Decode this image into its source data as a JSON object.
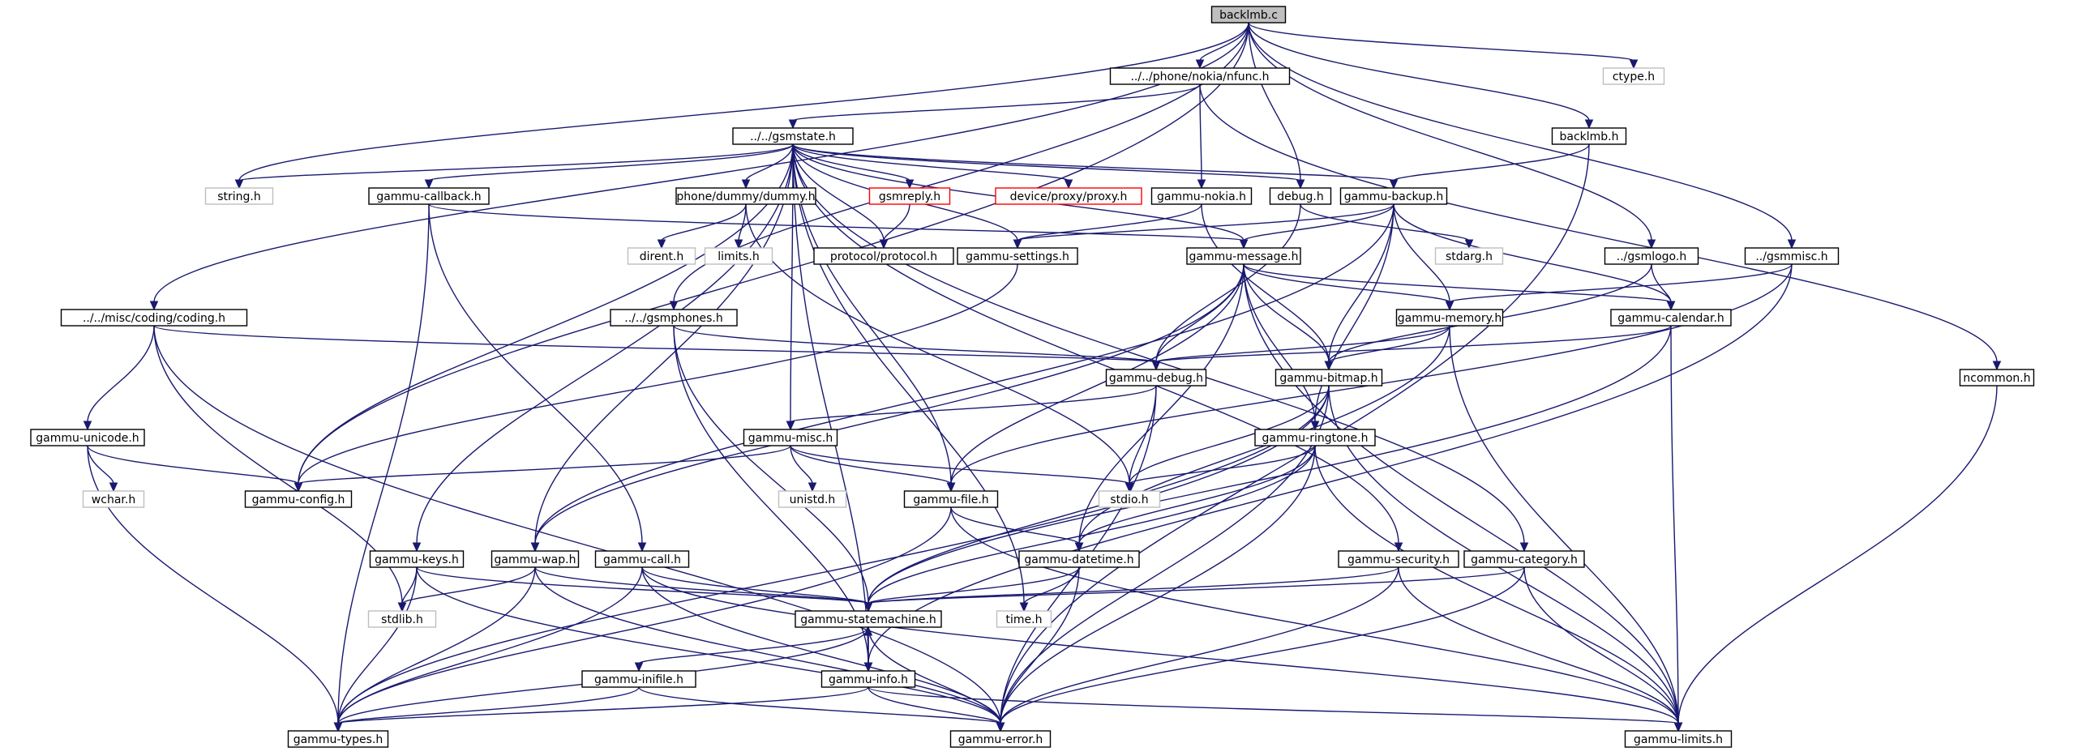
{
  "graph": {
    "kind": "include-dependency-graph",
    "colors": {
      "edge": "#191970",
      "root_fill": "#bfbfbf",
      "node_border": "#000000",
      "external_border": "#bfbfbf",
      "missing_border": "#ff0000"
    },
    "nodes": [
      {
        "id": "backlmb_c",
        "label": "backlmb.c",
        "style": "root"
      },
      {
        "id": "nfunc_h",
        "label": "../../phone/nokia/nfunc.h",
        "style": "normal"
      },
      {
        "id": "ctype_h",
        "label": "ctype.h",
        "style": "external"
      },
      {
        "id": "gsmstate_h",
        "label": "../../gsmstate.h",
        "style": "normal"
      },
      {
        "id": "backlmb_h",
        "label": "backlmb.h",
        "style": "normal"
      },
      {
        "id": "string_h",
        "label": "string.h",
        "style": "external"
      },
      {
        "id": "gammu_callback_h",
        "label": "gammu-callback.h",
        "style": "normal"
      },
      {
        "id": "dummy_h",
        "label": "phone/dummy/dummy.h",
        "style": "normal"
      },
      {
        "id": "gsmreply_h",
        "label": "gsmreply.h",
        "style": "missing"
      },
      {
        "id": "proxy_h",
        "label": "device/proxy/proxy.h",
        "style": "missing"
      },
      {
        "id": "gammu_nokia_h",
        "label": "gammu-nokia.h",
        "style": "normal"
      },
      {
        "id": "debug_h",
        "label": "debug.h",
        "style": "normal"
      },
      {
        "id": "gammu_backup_h",
        "label": "gammu-backup.h",
        "style": "normal"
      },
      {
        "id": "dirent_h",
        "label": "dirent.h",
        "style": "external"
      },
      {
        "id": "limits_h",
        "label": "limits.h",
        "style": "external"
      },
      {
        "id": "protocol_h",
        "label": "protocol/protocol.h",
        "style": "normal"
      },
      {
        "id": "gammu_settings_h",
        "label": "gammu-settings.h",
        "style": "normal"
      },
      {
        "id": "gammu_message_h",
        "label": "gammu-message.h",
        "style": "normal"
      },
      {
        "id": "stdarg_h",
        "label": "stdarg.h",
        "style": "external"
      },
      {
        "id": "gsmlogo_h",
        "label": "../gsmlogo.h",
        "style": "normal"
      },
      {
        "id": "gsmmisc_h",
        "label": "../gsmmisc.h",
        "style": "normal"
      },
      {
        "id": "coding_h",
        "label": "../../misc/coding/coding.h",
        "style": "normal"
      },
      {
        "id": "gsmphones_h",
        "label": "../../gsmphones.h",
        "style": "normal"
      },
      {
        "id": "gammu_memory_h",
        "label": "gammu-memory.h",
        "style": "normal"
      },
      {
        "id": "gammu_calendar_h",
        "label": "gammu-calendar.h",
        "style": "normal"
      },
      {
        "id": "gammu_debug_h",
        "label": "gammu-debug.h",
        "style": "normal"
      },
      {
        "id": "gammu_bitmap_h",
        "label": "gammu-bitmap.h",
        "style": "normal"
      },
      {
        "id": "ncommon_h",
        "label": "ncommon.h",
        "style": "normal"
      },
      {
        "id": "gammu_unicode_h",
        "label": "gammu-unicode.h",
        "style": "normal"
      },
      {
        "id": "gammu_misc_h",
        "label": "gammu-misc.h",
        "style": "normal"
      },
      {
        "id": "gammu_ringtone_h",
        "label": "gammu-ringtone.h",
        "style": "normal"
      },
      {
        "id": "wchar_h",
        "label": "wchar.h",
        "style": "external"
      },
      {
        "id": "gammu_config_h",
        "label": "gammu-config.h",
        "style": "normal"
      },
      {
        "id": "unistd_h",
        "label": "unistd.h",
        "style": "external"
      },
      {
        "id": "stdio_h",
        "label": "stdio.h",
        "style": "external"
      },
      {
        "id": "gammu_file_h",
        "label": "gammu-file.h",
        "style": "normal"
      },
      {
        "id": "gammu_keys_h",
        "label": "gammu-keys.h",
        "style": "normal"
      },
      {
        "id": "gammu_wap_h",
        "label": "gammu-wap.h",
        "style": "normal"
      },
      {
        "id": "gammu_call_h",
        "label": "gammu-call.h",
        "style": "normal"
      },
      {
        "id": "gammu_datetime_h",
        "label": "gammu-datetime.h",
        "style": "normal"
      },
      {
        "id": "gammu_security_h",
        "label": "gammu-security.h",
        "style": "normal"
      },
      {
        "id": "gammu_category_h",
        "label": "gammu-category.h",
        "style": "normal"
      },
      {
        "id": "stdlib_h",
        "label": "stdlib.h",
        "style": "external"
      },
      {
        "id": "time_h",
        "label": "time.h",
        "style": "external"
      },
      {
        "id": "gammu_statemachine_h",
        "label": "gammu-statemachine.h",
        "style": "normal"
      },
      {
        "id": "gammu_inifile_h",
        "label": "gammu-inifile.h",
        "style": "normal"
      },
      {
        "id": "gammu_info_h",
        "label": "gammu-info.h",
        "style": "normal"
      },
      {
        "id": "gammu_types_h",
        "label": "gammu-types.h",
        "style": "normal"
      },
      {
        "id": "gammu_error_h",
        "label": "gammu-error.h",
        "style": "normal"
      },
      {
        "id": "gammu_limits_h",
        "label": "gammu-limits.h",
        "style": "normal"
      }
    ],
    "edges": [
      [
        "backlmb_c",
        "nfunc_h"
      ],
      [
        "backlmb_c",
        "ctype_h"
      ],
      [
        "backlmb_c",
        "backlmb_h"
      ],
      [
        "backlmb_c",
        "string_h"
      ],
      [
        "backlmb_c",
        "debug_h"
      ],
      [
        "backlmb_c",
        "gsmlogo_h"
      ],
      [
        "backlmb_c",
        "gsmmisc_h"
      ],
      [
        "backlmb_c",
        "coding_h"
      ],
      [
        "backlmb_c",
        "gsmphones_h"
      ],
      [
        "backlmb_c",
        "gammu_config_h"
      ],
      [
        "nfunc_h",
        "gsmstate_h"
      ],
      [
        "nfunc_h",
        "gammu_nokia_h"
      ],
      [
        "nfunc_h",
        "ncommon_h"
      ],
      [
        "backlmb_h",
        "gammu_backup_h"
      ],
      [
        "backlmb_h",
        "gammu_error_h"
      ],
      [
        "gsmstate_h",
        "string_h"
      ],
      [
        "gsmstate_h",
        "gammu_callback_h"
      ],
      [
        "gsmstate_h",
        "dummy_h"
      ],
      [
        "gsmstate_h",
        "gsmreply_h"
      ],
      [
        "gsmstate_h",
        "proxy_h"
      ],
      [
        "gsmstate_h",
        "debug_h"
      ],
      [
        "gsmstate_h",
        "gammu_backup_h"
      ],
      [
        "gsmstate_h",
        "protocol_h"
      ],
      [
        "gsmstate_h",
        "gammu_settings_h"
      ],
      [
        "gsmstate_h",
        "gammu_config_h"
      ],
      [
        "gsmstate_h",
        "gammu_keys_h"
      ],
      [
        "gsmstate_h",
        "gammu_misc_h"
      ],
      [
        "gsmstate_h",
        "gammu_file_h"
      ],
      [
        "gsmstate_h",
        "gammu_wap_h"
      ],
      [
        "gsmstate_h",
        "gammu_info_h"
      ],
      [
        "gsmstate_h",
        "time_h"
      ],
      [
        "gsmstate_h",
        "gammu_message_h"
      ],
      [
        "gsmstate_h",
        "gammu_security_h"
      ],
      [
        "gsmstate_h",
        "gammu_category_h"
      ],
      [
        "gammu_callback_h",
        "gammu_message_h"
      ],
      [
        "gammu_callback_h",
        "gammu_types_h"
      ],
      [
        "gammu_callback_h",
        "gammu_call_h"
      ],
      [
        "dummy_h",
        "dirent_h"
      ],
      [
        "dummy_h",
        "limits_h"
      ],
      [
        "dummy_h",
        "stdio_h"
      ],
      [
        "gsmreply_h",
        "protocol_h"
      ],
      [
        "gammu_nokia_h",
        "gammu_settings_h"
      ],
      [
        "gammu_nokia_h",
        "gammu_bitmap_h"
      ],
      [
        "debug_h",
        "stdarg_h"
      ],
      [
        "debug_h",
        "gammu_debug_h"
      ],
      [
        "gammu_backup_h",
        "gammu_settings_h"
      ],
      [
        "gammu_backup_h",
        "gammu_message_h"
      ],
      [
        "gammu_backup_h",
        "gammu_memory_h"
      ],
      [
        "gammu_backup_h",
        "gammu_calendar_h"
      ],
      [
        "gammu_backup_h",
        "gammu_bitmap_h"
      ],
      [
        "gammu_backup_h",
        "gammu_ringtone_h"
      ],
      [
        "gammu_backup_h",
        "gammu_wap_h"
      ],
      [
        "gammu_settings_h",
        "gammu_config_h"
      ],
      [
        "gammu_message_h",
        "gammu_memory_h"
      ],
      [
        "gammu_message_h",
        "gammu_calendar_h"
      ],
      [
        "gammu_message_h",
        "gammu_debug_h"
      ],
      [
        "gammu_message_h",
        "gammu_bitmap_h"
      ],
      [
        "gammu_message_h",
        "gammu_ringtone_h"
      ],
      [
        "gammu_message_h",
        "gammu_file_h"
      ],
      [
        "gammu_message_h",
        "gammu_datetime_h"
      ],
      [
        "gammu_message_h",
        "gammu_wap_h"
      ],
      [
        "gammu_message_h",
        "gammu_limits_h"
      ],
      [
        "gsmlogo_h",
        "gammu_calendar_h"
      ],
      [
        "gsmlogo_h",
        "gammu_bitmap_h"
      ],
      [
        "gsmmisc_h",
        "gammu_memory_h"
      ],
      [
        "gsmmisc_h",
        "gammu_file_h"
      ],
      [
        "gsmmisc_h",
        "gammu_info_h"
      ],
      [
        "coding_h",
        "gammu_unicode_h"
      ],
      [
        "coding_h",
        "gammu_debug_h"
      ],
      [
        "coding_h",
        "stdlib_h"
      ],
      [
        "coding_h",
        "gammu_error_h"
      ],
      [
        "gsmphones_h",
        "gammu_debug_h"
      ],
      [
        "gsmphones_h",
        "gammu_statemachine_h"
      ],
      [
        "gsmphones_h",
        "gammu_info_h"
      ],
      [
        "gammu_memory_h",
        "gammu_debug_h"
      ],
      [
        "gammu_memory_h",
        "gammu_bitmap_h"
      ],
      [
        "gammu_memory_h",
        "gammu_datetime_h"
      ],
      [
        "gammu_memory_h",
        "gammu_limits_h"
      ],
      [
        "gammu_calendar_h",
        "gammu_debug_h"
      ],
      [
        "gammu_calendar_h",
        "gammu_statemachine_h"
      ],
      [
        "gammu_calendar_h",
        "gammu_limits_h"
      ],
      [
        "gammu_debug_h",
        "gammu_misc_h"
      ],
      [
        "gammu_debug_h",
        "stdio_h"
      ],
      [
        "gammu_debug_h",
        "gammu_error_h"
      ],
      [
        "gammu_bitmap_h",
        "stdio_h"
      ],
      [
        "gammu_bitmap_h",
        "gammu_types_h"
      ],
      [
        "gammu_bitmap_h",
        "gammu_statemachine_h"
      ],
      [
        "gammu_bitmap_h",
        "gammu_error_h"
      ],
      [
        "gammu_bitmap_h",
        "gammu_limits_h"
      ],
      [
        "ncommon_h",
        "gammu_limits_h"
      ],
      [
        "gammu_unicode_h",
        "wchar_h"
      ],
      [
        "gammu_unicode_h",
        "gammu_config_h"
      ],
      [
        "gammu_unicode_h",
        "gammu_types_h"
      ],
      [
        "gammu_misc_h",
        "gammu_config_h"
      ],
      [
        "gammu_misc_h",
        "unistd_h"
      ],
      [
        "gammu_misc_h",
        "stdio_h"
      ],
      [
        "gammu_misc_h",
        "gammu_file_h"
      ],
      [
        "gammu_ringtone_h",
        "stdio_h"
      ],
      [
        "gammu_ringtone_h",
        "gammu_datetime_h"
      ],
      [
        "gammu_ringtone_h",
        "gammu_statemachine_h"
      ],
      [
        "gammu_ringtone_h",
        "gammu_error_h"
      ],
      [
        "gammu_ringtone_h",
        "gammu_limits_h"
      ],
      [
        "gammu_file_h",
        "gammu_types_h"
      ],
      [
        "gammu_file_h",
        "gammu_datetime_h"
      ],
      [
        "gammu_file_h",
        "gammu_limits_h"
      ],
      [
        "gammu_keys_h",
        "stdlib_h"
      ],
      [
        "gammu_keys_h",
        "gammu_types_h"
      ],
      [
        "gammu_keys_h",
        "gammu_statemachine_h"
      ],
      [
        "gammu_keys_h",
        "gammu_error_h"
      ],
      [
        "gammu_wap_h",
        "stdlib_h"
      ],
      [
        "gammu_wap_h",
        "gammu_types_h"
      ],
      [
        "gammu_wap_h",
        "gammu_statemachine_h"
      ],
      [
        "gammu_wap_h",
        "gammu_error_h"
      ],
      [
        "gammu_call_h",
        "gammu_types_h"
      ],
      [
        "gammu_call_h",
        "gammu_statemachine_h"
      ],
      [
        "gammu_call_h",
        "gammu_error_h"
      ],
      [
        "gammu_call_h",
        "gammu_limits_h"
      ],
      [
        "gammu_datetime_h",
        "time_h"
      ],
      [
        "gammu_datetime_h",
        "gammu_statemachine_h"
      ],
      [
        "gammu_datetime_h",
        "gammu_error_h"
      ],
      [
        "gammu_security_h",
        "gammu_statemachine_h"
      ],
      [
        "gammu_security_h",
        "gammu_error_h"
      ],
      [
        "gammu_security_h",
        "gammu_limits_h"
      ],
      [
        "gammu_category_h",
        "gammu_statemachine_h"
      ],
      [
        "gammu_category_h",
        "gammu_error_h"
      ],
      [
        "gammu_category_h",
        "gammu_limits_h"
      ],
      [
        "gammu_statemachine_h",
        "gammu_inifile_h"
      ],
      [
        "gammu_statemachine_h",
        "gammu_info_h"
      ],
      [
        "gammu_statemachine_h",
        "gammu_types_h"
      ],
      [
        "gammu_statemachine_h",
        "gammu_error_h"
      ],
      [
        "gammu_info_h",
        "gammu_statemachine_h"
      ],
      [
        "gammu_info_h",
        "gammu_types_h"
      ],
      [
        "gammu_info_h",
        "gammu_error_h"
      ],
      [
        "gammu_info_h",
        "gammu_limits_h"
      ],
      [
        "gammu_inifile_h",
        "gammu_types_h"
      ],
      [
        "gammu_inifile_h",
        "gammu_error_h"
      ]
    ]
  }
}
